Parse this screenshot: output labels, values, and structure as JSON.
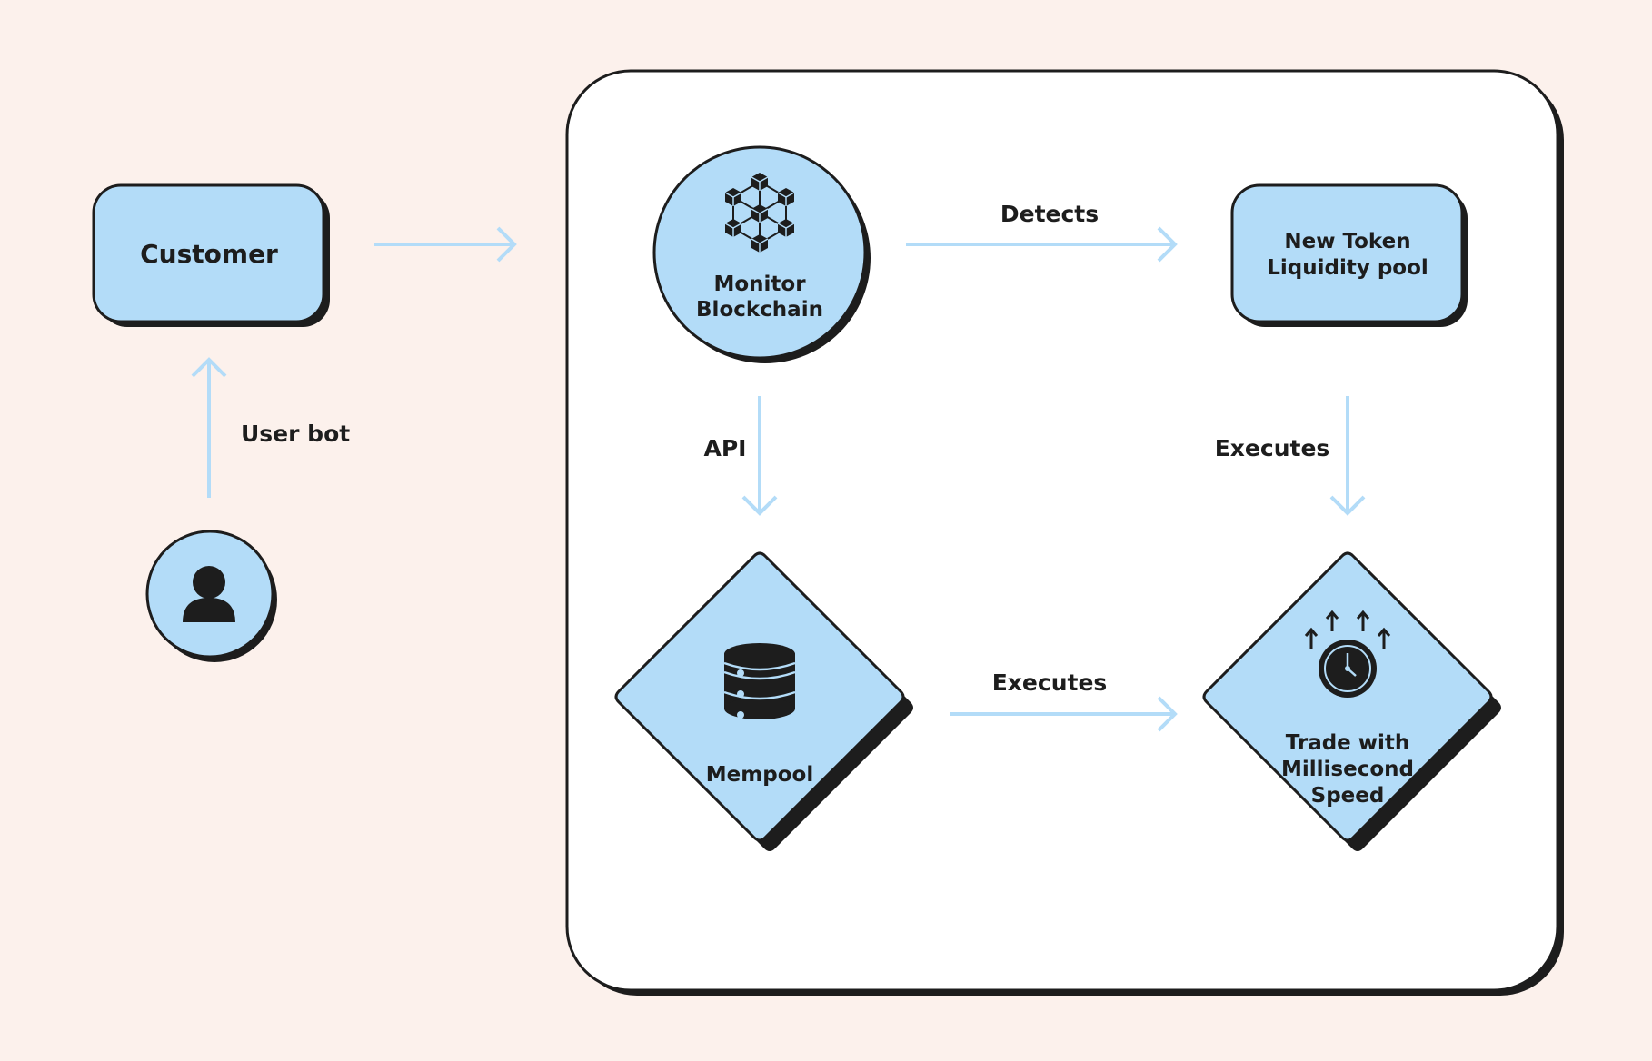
{
  "colors": {
    "background": "#fcf1ec",
    "panel": "#ffffff",
    "node_fill": "#b3dcf8",
    "outline": "#1d1d1d",
    "arrow": "#b3dcf8"
  },
  "nodes": {
    "customer": {
      "label": "Customer"
    },
    "user": {
      "icon": "user-icon"
    },
    "monitor": {
      "label_line1": "Monitor",
      "label_line2": "Blockchain",
      "icon": "blockchain-network-icon"
    },
    "new_token": {
      "label_line1": "New Token",
      "label_line2": "Liquidity pool"
    },
    "mempool": {
      "label": "Mempool",
      "icon": "database-icon"
    },
    "trade": {
      "label_line1": "Trade with",
      "label_line2": "Millisecond",
      "label_line3": "Speed",
      "icon": "stopwatch-speed-icon"
    }
  },
  "edges": {
    "user_to_customer": "User bot",
    "monitor_to_newtoken": "Detects",
    "monitor_to_mempool": "API",
    "newtoken_to_trade": "Executes",
    "mempool_to_trade": "Executes"
  }
}
